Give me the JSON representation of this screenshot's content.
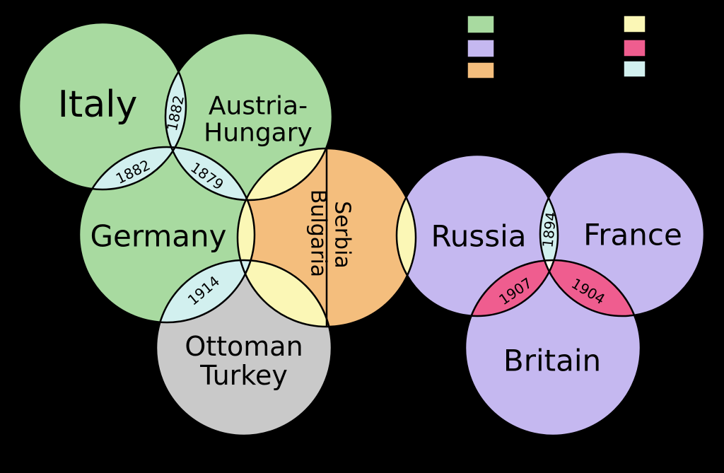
{
  "colors": {
    "background": "#000000",
    "green": "#a8daa0",
    "purple": "#c5b8f0",
    "orange": "#f4be7d",
    "gray": "#c9c9c9",
    "yellow": "#fbf7b6",
    "pink": "#ef5d8f",
    "light_blue": "#d2f0ef",
    "white": "#fffdf2",
    "outline": "#000000"
  },
  "circles": {
    "italy": {
      "label": "Italy"
    },
    "austria_hungary": {
      "label_line1": "Austria-",
      "label_line2": "Hungary"
    },
    "germany": {
      "label": "Germany"
    },
    "ottoman_turkey": {
      "label_line1": "Ottoman",
      "label_line2": "Turkey"
    },
    "bulgaria": {
      "label": "Bulgaria"
    },
    "serbia": {
      "label": "Serbia"
    },
    "russia": {
      "label": "Russia"
    },
    "france": {
      "label": "France"
    },
    "britain": {
      "label": "Britain"
    }
  },
  "alliance_years": {
    "italy_austria": "1882",
    "italy_germany": "1882",
    "austria_germany": "1879",
    "germany_ottoman": "1914",
    "russia_france": "1894",
    "russia_britain": "1907",
    "france_britain": "1904"
  },
  "legend": {
    "groups": [
      {
        "swatches": [
          "#a8daa0",
          "#c5b8f0",
          "#f4be7d"
        ]
      },
      {
        "swatches": [
          "#fbf7b6",
          "#ef5d8f",
          "#d2f0ef"
        ]
      }
    ]
  }
}
